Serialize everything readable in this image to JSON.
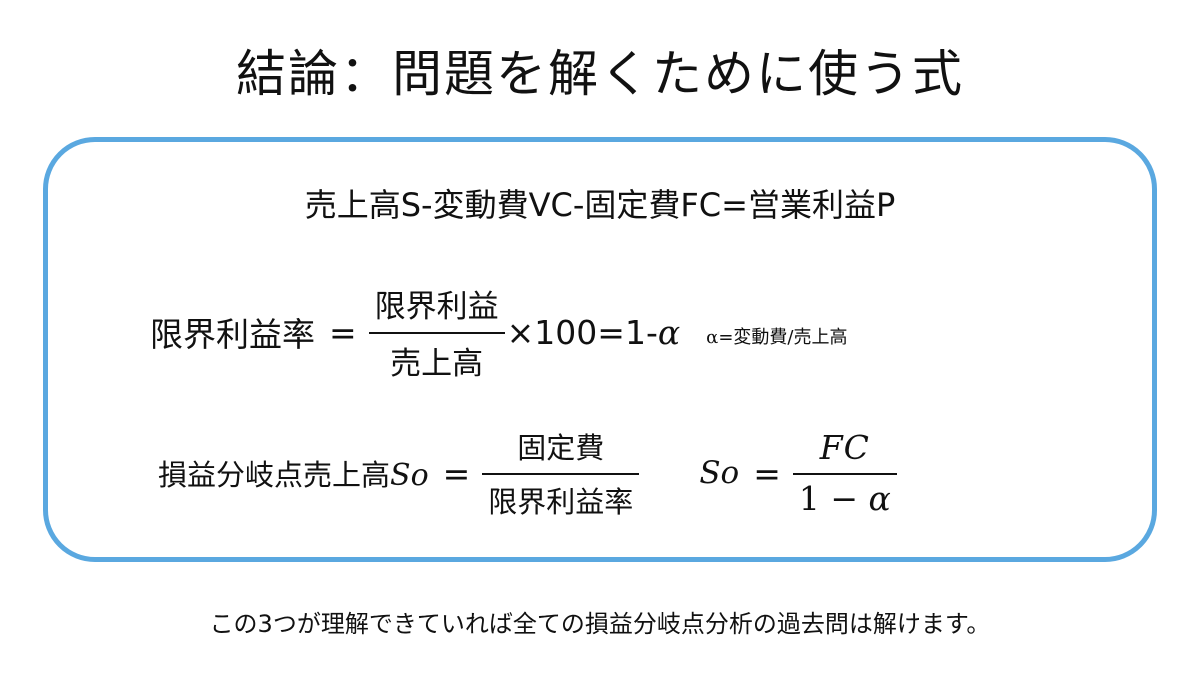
{
  "title": "結論：問題を解くために使う式",
  "colors": {
    "box_border": "#5aa8e0",
    "text": "#111111",
    "background": "#ffffff"
  },
  "formulas": {
    "f1": "売上高S-変動費VC-固定費FC=営業利益P",
    "f2": {
      "lhs": "限界利益率",
      "eq": "=",
      "numerator": "限界利益",
      "denominator": "売上高",
      "tail_prefix": "×100=1-",
      "tail_alpha": "α",
      "note_alpha": "α",
      "note_text": "=変動費/売上高"
    },
    "f3": {
      "lhs_text": "損益分岐点売上高",
      "lhs_var": "So",
      "eq": "=",
      "numerator": "固定費",
      "denominator": "限界利益率"
    },
    "f4": {
      "lhs": "So",
      "eq": "=",
      "numerator": "FC",
      "denominator_prefix": "1 − ",
      "denominator_alpha": "α"
    }
  },
  "footer": "この3つが理解できていれば全ての損益分岐点分析の過去問は解けます。"
}
